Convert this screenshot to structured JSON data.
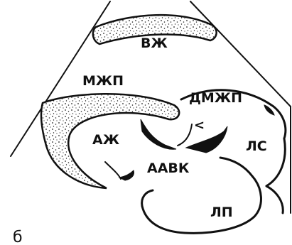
{
  "figure": {
    "panel_letter": "б",
    "labels": {
      "vzh": "ВЖ",
      "mzhp": "МЖП",
      "dmzhp": "ДМЖП",
      "azh": "АЖ",
      "aavk": "ААВК",
      "ls": "ЛС",
      "lp": "ЛП",
      "arrow": "<"
    }
  }
}
